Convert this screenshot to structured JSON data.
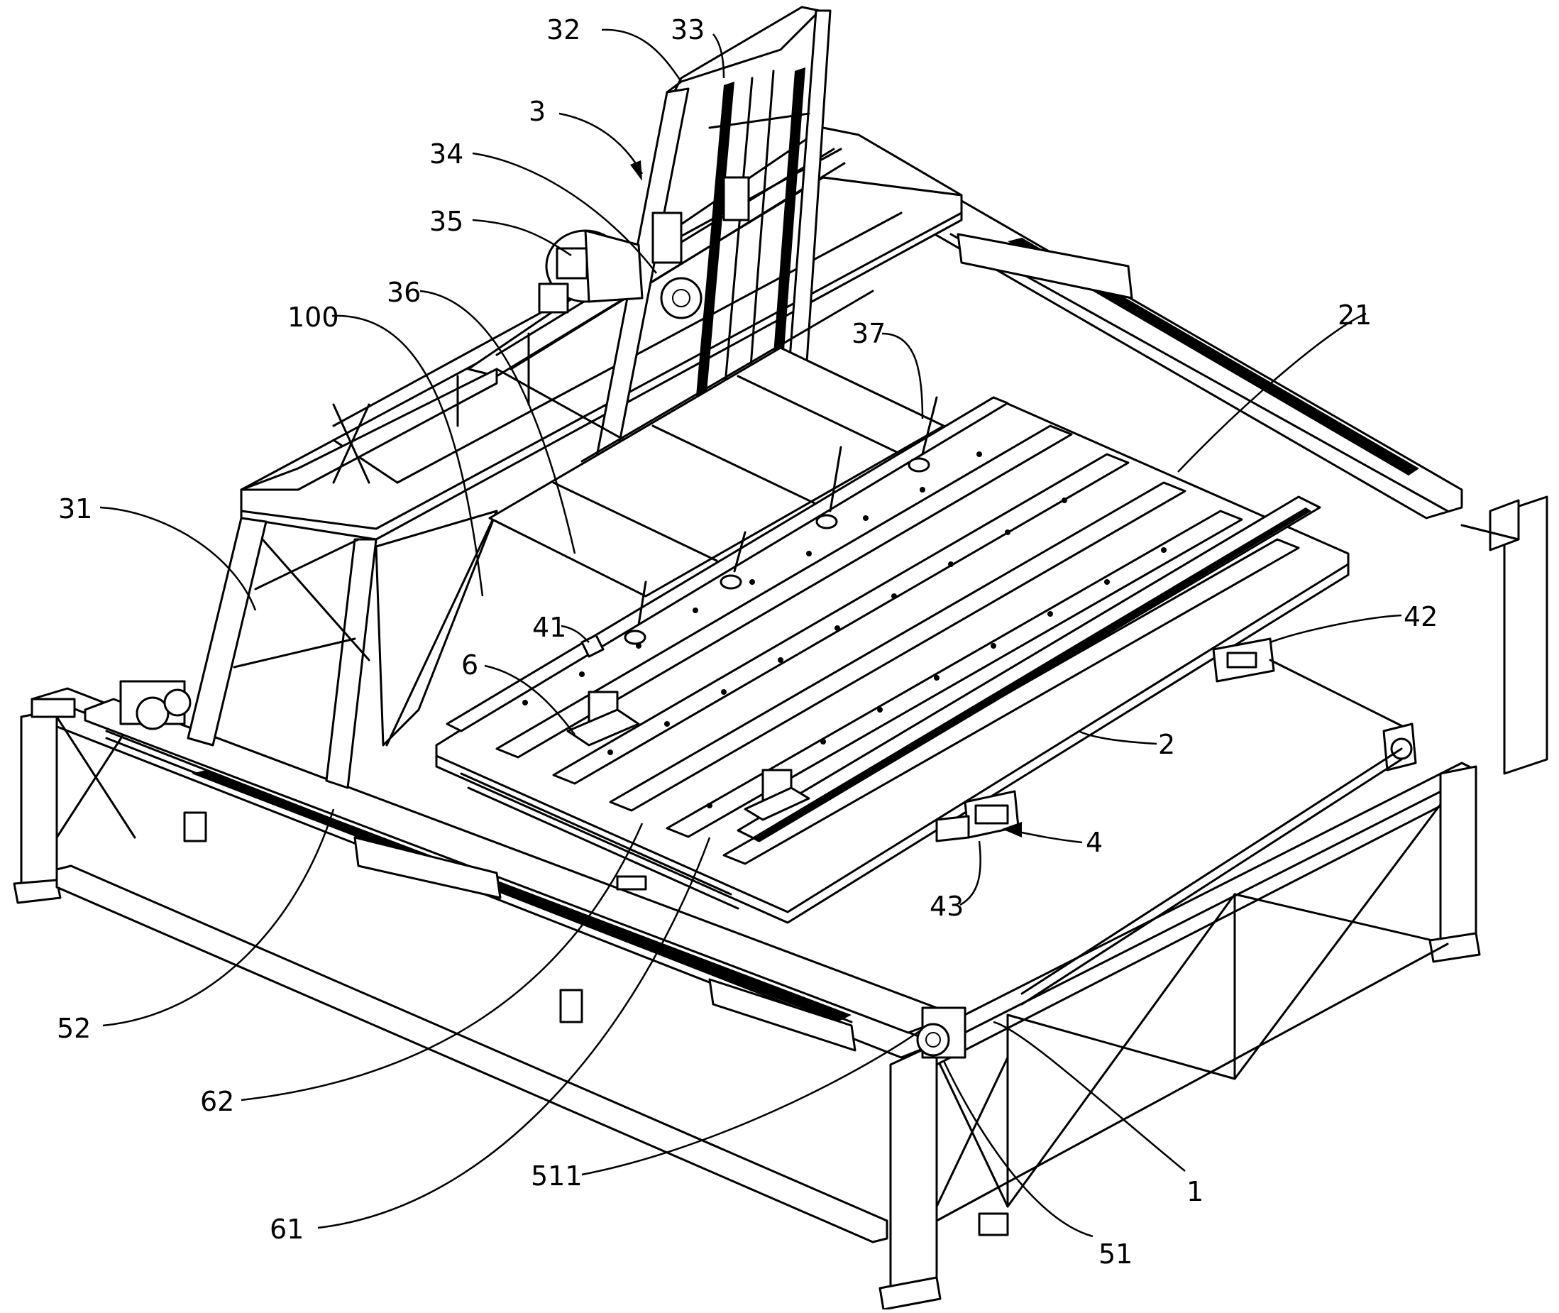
{
  "figure": {
    "labels": [
      {
        "id": "32",
        "text": "32"
      },
      {
        "id": "33",
        "text": "33"
      },
      {
        "id": "3",
        "text": "3"
      },
      {
        "id": "34",
        "text": "34"
      },
      {
        "id": "35",
        "text": "35"
      },
      {
        "id": "36",
        "text": "36"
      },
      {
        "id": "100",
        "text": "100"
      },
      {
        "id": "37",
        "text": "37"
      },
      {
        "id": "21",
        "text": "21"
      },
      {
        "id": "31",
        "text": "31"
      },
      {
        "id": "41",
        "text": "41"
      },
      {
        "id": "6",
        "text": "6"
      },
      {
        "id": "42",
        "text": "42"
      },
      {
        "id": "2",
        "text": "2"
      },
      {
        "id": "4",
        "text": "4"
      },
      {
        "id": "43",
        "text": "43"
      },
      {
        "id": "52",
        "text": "52"
      },
      {
        "id": "62",
        "text": "62"
      },
      {
        "id": "511",
        "text": "511"
      },
      {
        "id": "1",
        "text": "1"
      },
      {
        "id": "61",
        "text": "61"
      },
      {
        "id": "51",
        "text": "51"
      }
    ]
  }
}
